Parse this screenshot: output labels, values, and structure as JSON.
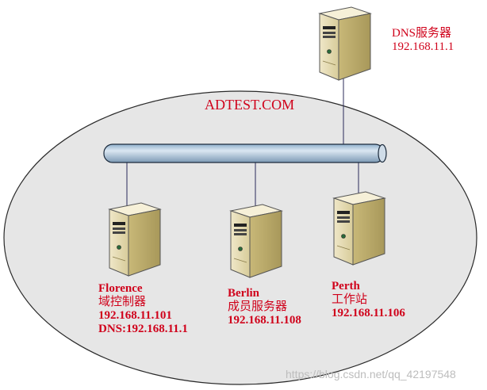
{
  "domain": {
    "name": "ADTEST.COM"
  },
  "servers": {
    "dns": {
      "name": "DNS服务器",
      "ip": "192.168.11.1"
    },
    "florence": {
      "name": "Florence",
      "role": "域控制器",
      "ip": "192.168.11.101",
      "dns": "DNS:192.168.11.1"
    },
    "berlin": {
      "name": "Berlin",
      "role": "成员服务器",
      "ip": "192.168.11.108"
    },
    "perth": {
      "name": "Perth",
      "role": "工作站",
      "ip": "192.168.11.106"
    }
  },
  "watermark": "https://blog.csdn.net/qq_42197548",
  "colors": {
    "label": "#d0021b",
    "ellipse_fill": "#e6e6e6",
    "bus_fill": "#b8cde0",
    "line": "#2b2b5a"
  }
}
